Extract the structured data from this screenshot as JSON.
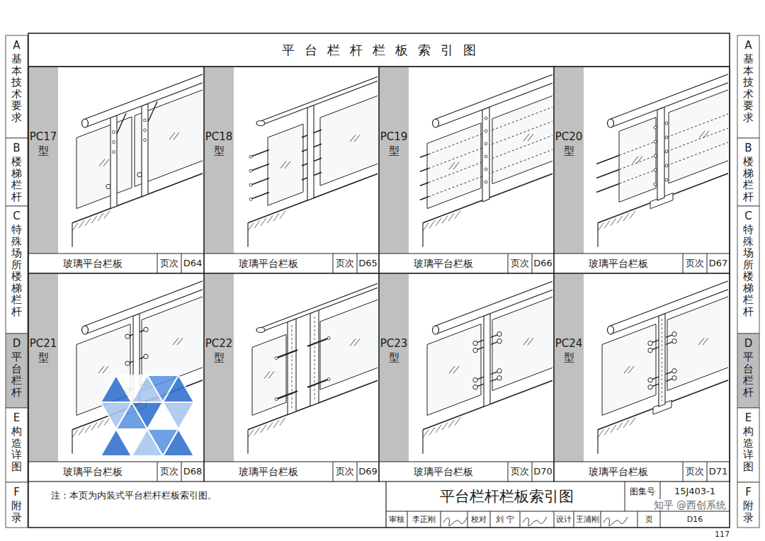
{
  "diagram": {
    "title": "平台栏杆栏板索引图",
    "nodes": [
      {
        "text": [
          "A",
          "基本技术要求"
        ]
      },
      {
        "text": [
          "B",
          "楼梯栏杆"
        ]
      },
      {
        "text": [
          "C",
          "特殊场所楼梯栏杆"
        ]
      },
      {
        "text": [
          "D",
          "平台栏杆"
        ]
      },
      {
        "text": [
          "E",
          "构造详图"
        ]
      },
      {
        "text": [
          "F",
          "附录"
        ]
      },
      {
        "text": [
          "PC17 型",
          "玻璃平台栏板",
          "页次",
          "D64"
        ]
      },
      {
        "text": [
          "PC18 型",
          "玻璃平台栏板",
          "页次",
          "D65"
        ]
      },
      {
        "text": [
          "PC19 型",
          "玻璃平台栏板",
          "页次",
          "D66"
        ]
      },
      {
        "text": [
          "PC20 型",
          "玻璃平台栏板",
          "页次",
          "D67"
        ]
      },
      {
        "text": [
          "PC21 型",
          "玻璃平台栏板",
          "页次",
          "D68"
        ]
      },
      {
        "text": [
          "PC22 型",
          "玻璃平台栏板",
          "页次",
          "D69"
        ]
      },
      {
        "text": [
          "PC23 型",
          "玻璃平台栏板",
          "页次",
          "D70"
        ]
      },
      {
        "text": [
          "PC24 型",
          "玻璃平台栏板",
          "页次",
          "D71"
        ]
      },
      {
        "text": [
          "A",
          "基本技术要求"
        ]
      },
      {
        "text": [
          "B",
          "楼梯栏杆"
        ]
      },
      {
        "text": [
          "C",
          "特殊场所楼梯栏杆"
        ]
      },
      {
        "text": [
          "D",
          "平台栏杆"
        ]
      },
      {
        "text": [
          "E",
          "构造详图"
        ]
      },
      {
        "text": [
          "F",
          "附录"
        ]
      }
    ],
    "labels": [
      "注：本页为内装式平台栏杆栏板索引图。",
      "平台栏杆栏板索引图",
      "图集号",
      "15J403-1",
      "审核",
      "李正刚",
      "校对",
      "刘 宁",
      "设计",
      "王浦刚",
      "页",
      "D16",
      "117",
      "知乎 @西创系统"
    ]
  }
}
